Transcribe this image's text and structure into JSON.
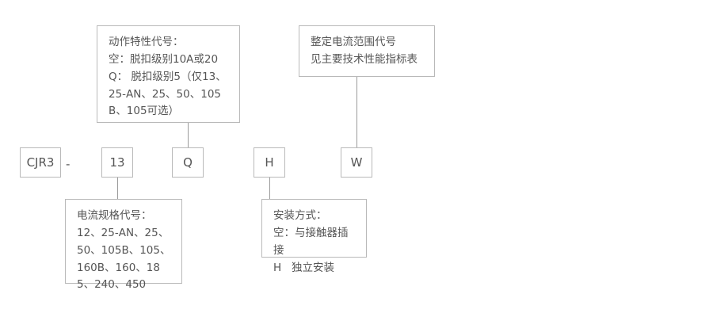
{
  "diagram": {
    "title": "CJR3 model code designation diagram",
    "code_sequence": [
      {
        "id": "series",
        "label": "CJR3"
      },
      {
        "id": "separator",
        "label": "-"
      },
      {
        "id": "current-rating",
        "label": "13"
      },
      {
        "id": "action-characteristic",
        "label": "Q"
      },
      {
        "id": "mounting",
        "label": "H"
      },
      {
        "id": "setting-current-range",
        "label": "W"
      }
    ],
    "callouts": {
      "action_characteristic": {
        "title": "动作特性代号：",
        "text": "动作特性代号：\n空：脱扣级别10A或20\nQ： 脱扣级别5（仅13、25-AN、25、50、105B、105可选）"
      },
      "setting_current_range": {
        "title": "整定电流范围代号",
        "text": "整定电流范围代号\n见主要技术性能指标表"
      },
      "current_rating": {
        "title": "电流规格代号：",
        "text": "电流规格代号：\n12、25-AN、25、50、105B、105、160B、160、185、240、450"
      },
      "mounting_method": {
        "title": "安装方式：",
        "text": "安装方式：\n空：与接触器插接\nH   独立安装"
      }
    },
    "colors": {
      "border": "#b9b9b9",
      "line": "#9a9a9a",
      "text": "#555555",
      "background": "#ffffff"
    }
  }
}
